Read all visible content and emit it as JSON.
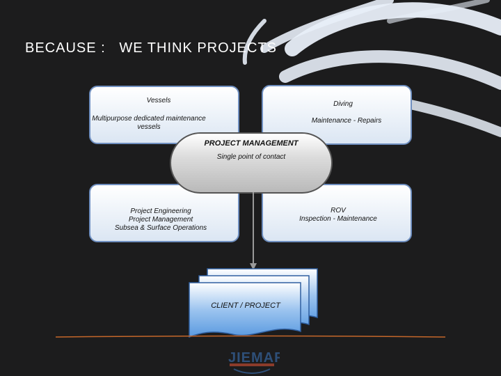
{
  "title": "BECAUSE :   WE THINK PROJECTS",
  "boxes": {
    "vessels": {
      "heading": "Vessels",
      "desc_line1": "Multipurpose dedicated maintenance",
      "desc_line2": "vessels"
    },
    "diving": {
      "heading": "Diving",
      "desc": "Maintenance - Repairs"
    },
    "engineering": {
      "line1": "Project Engineering",
      "line2": "Project Management",
      "line3": "Subsea & Surface Operations"
    },
    "rov": {
      "heading": "ROV",
      "desc": "Inspection - Maintenance"
    }
  },
  "hub": {
    "heading": "PROJECT MANAGEMENT",
    "sub": "Single point of contact"
  },
  "client": {
    "label": "CLIENT / PROJECT"
  },
  "logo": {
    "text": "JIEMAR"
  },
  "colors": {
    "box_border": "#6f8fc0",
    "doc_fill": "#5a9ae0",
    "swirl": "#e8eef8",
    "divider": "#c5672a"
  }
}
